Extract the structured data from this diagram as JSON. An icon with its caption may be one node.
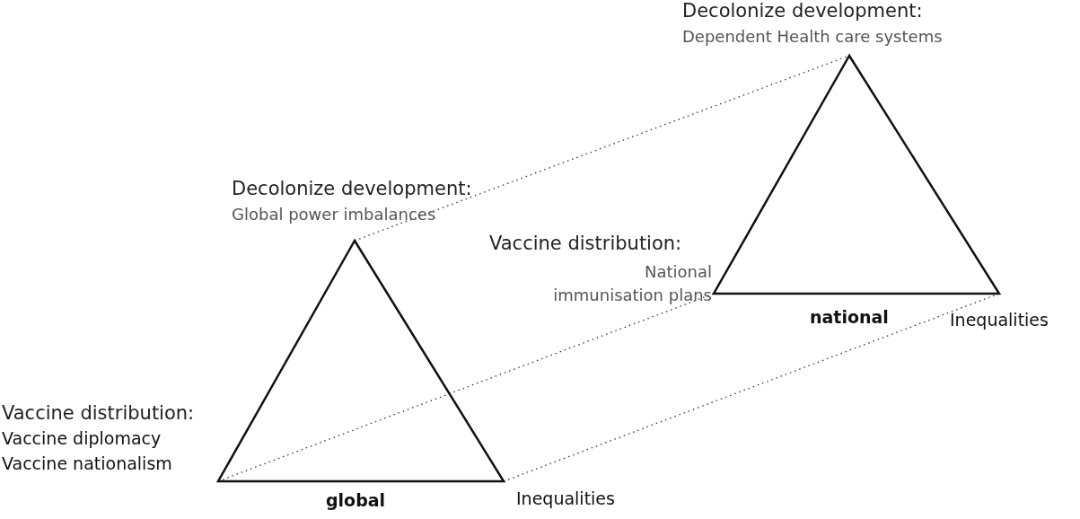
{
  "diagram": {
    "nodes": [
      {
        "text": [
          "global"
        ]
      },
      {
        "text": [
          "national"
        ]
      }
    ],
    "edges": [
      {
        "from": 0,
        "to": 1,
        "arrow": "none",
        "style": "dashed"
      },
      {
        "from": 0,
        "to": 1,
        "arrow": "none",
        "style": "dashed"
      },
      {
        "from": 0,
        "to": 1,
        "arrow": "none",
        "style": "dashed"
      }
    ],
    "labels": [
      "Decolonize development:",
      "Dependent Health care systems",
      "Decolonize development:",
      "Global power imbalances",
      "Vaccine distribution:",
      "National immunisation plans",
      "Inequalities",
      "Vaccine distribution:",
      "Vaccine diplomacy",
      "Vaccine nationalism",
      "Inequalities"
    ]
  }
}
